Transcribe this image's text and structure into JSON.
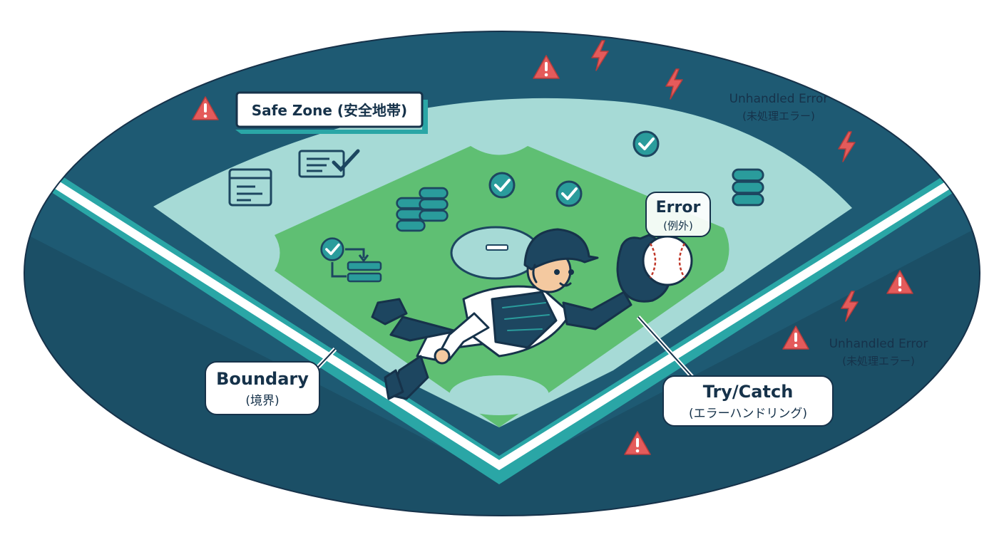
{
  "labels": {
    "safe_zone": "Safe Zone (安全地帯)",
    "error_title": "Error",
    "error_sub": "(例外)",
    "unhandled_1_title": "Unhandled Error",
    "unhandled_1_sub": "(未処理エラー)",
    "unhandled_2_title": "Unhandled Error",
    "unhandled_2_sub": "(未処理エラー)",
    "boundary_title": "Boundary",
    "boundary_sub": "(境界)",
    "trycatch_title": "Try/Catch",
    "trycatch_sub": "(エラーハンドリング)"
  },
  "colors": {
    "outer_field": "#1e5a73",
    "outer_dark": "#1b4f66",
    "teal_band": "#2aa6a6",
    "white_line": "#ffffff",
    "outfield_light": "#a6dad6",
    "infield_green": "#5fbf73",
    "navy": "#1d4660",
    "warning_red": "#e45b5b",
    "check_teal": "#2a9c9c"
  },
  "icons": [
    "warning-icon",
    "lightning-icon",
    "check-circle-icon",
    "database-icon",
    "code-window-icon",
    "checklist-icon",
    "flow-icon",
    "baseball-icon",
    "glove-icon",
    "player-figure"
  ]
}
